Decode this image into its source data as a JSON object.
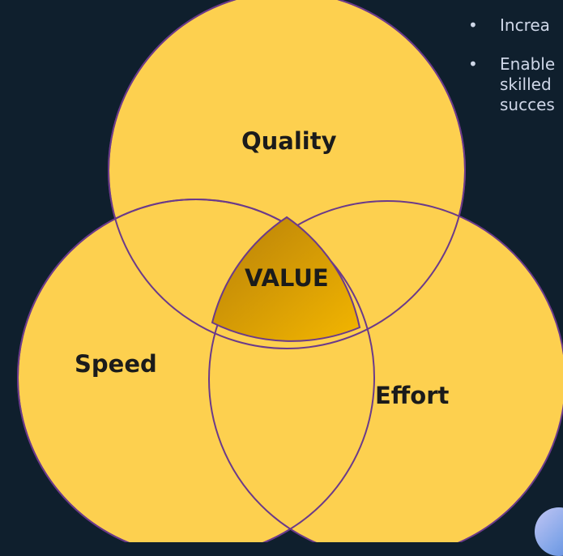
{
  "diagram": {
    "circles": [
      {
        "id": "quality",
        "label": "Quality"
      },
      {
        "id": "speed",
        "label": "Speed"
      },
      {
        "id": "effort",
        "label": "Effort"
      }
    ],
    "center_label": "VALUE"
  },
  "bullets": [
    {
      "lines": [
        "Increa"
      ]
    },
    {
      "lines": [
        "Enable",
        "skilled",
        "succes"
      ]
    }
  ],
  "colors": {
    "background": "#0f1f2d",
    "circle_fill": "#fdd04f",
    "circle_stroke": "#6b3a8a",
    "center_fill_light": "#f2b300",
    "center_fill_dark": "#c98a00",
    "bullet_text": "#cfd7e8"
  }
}
